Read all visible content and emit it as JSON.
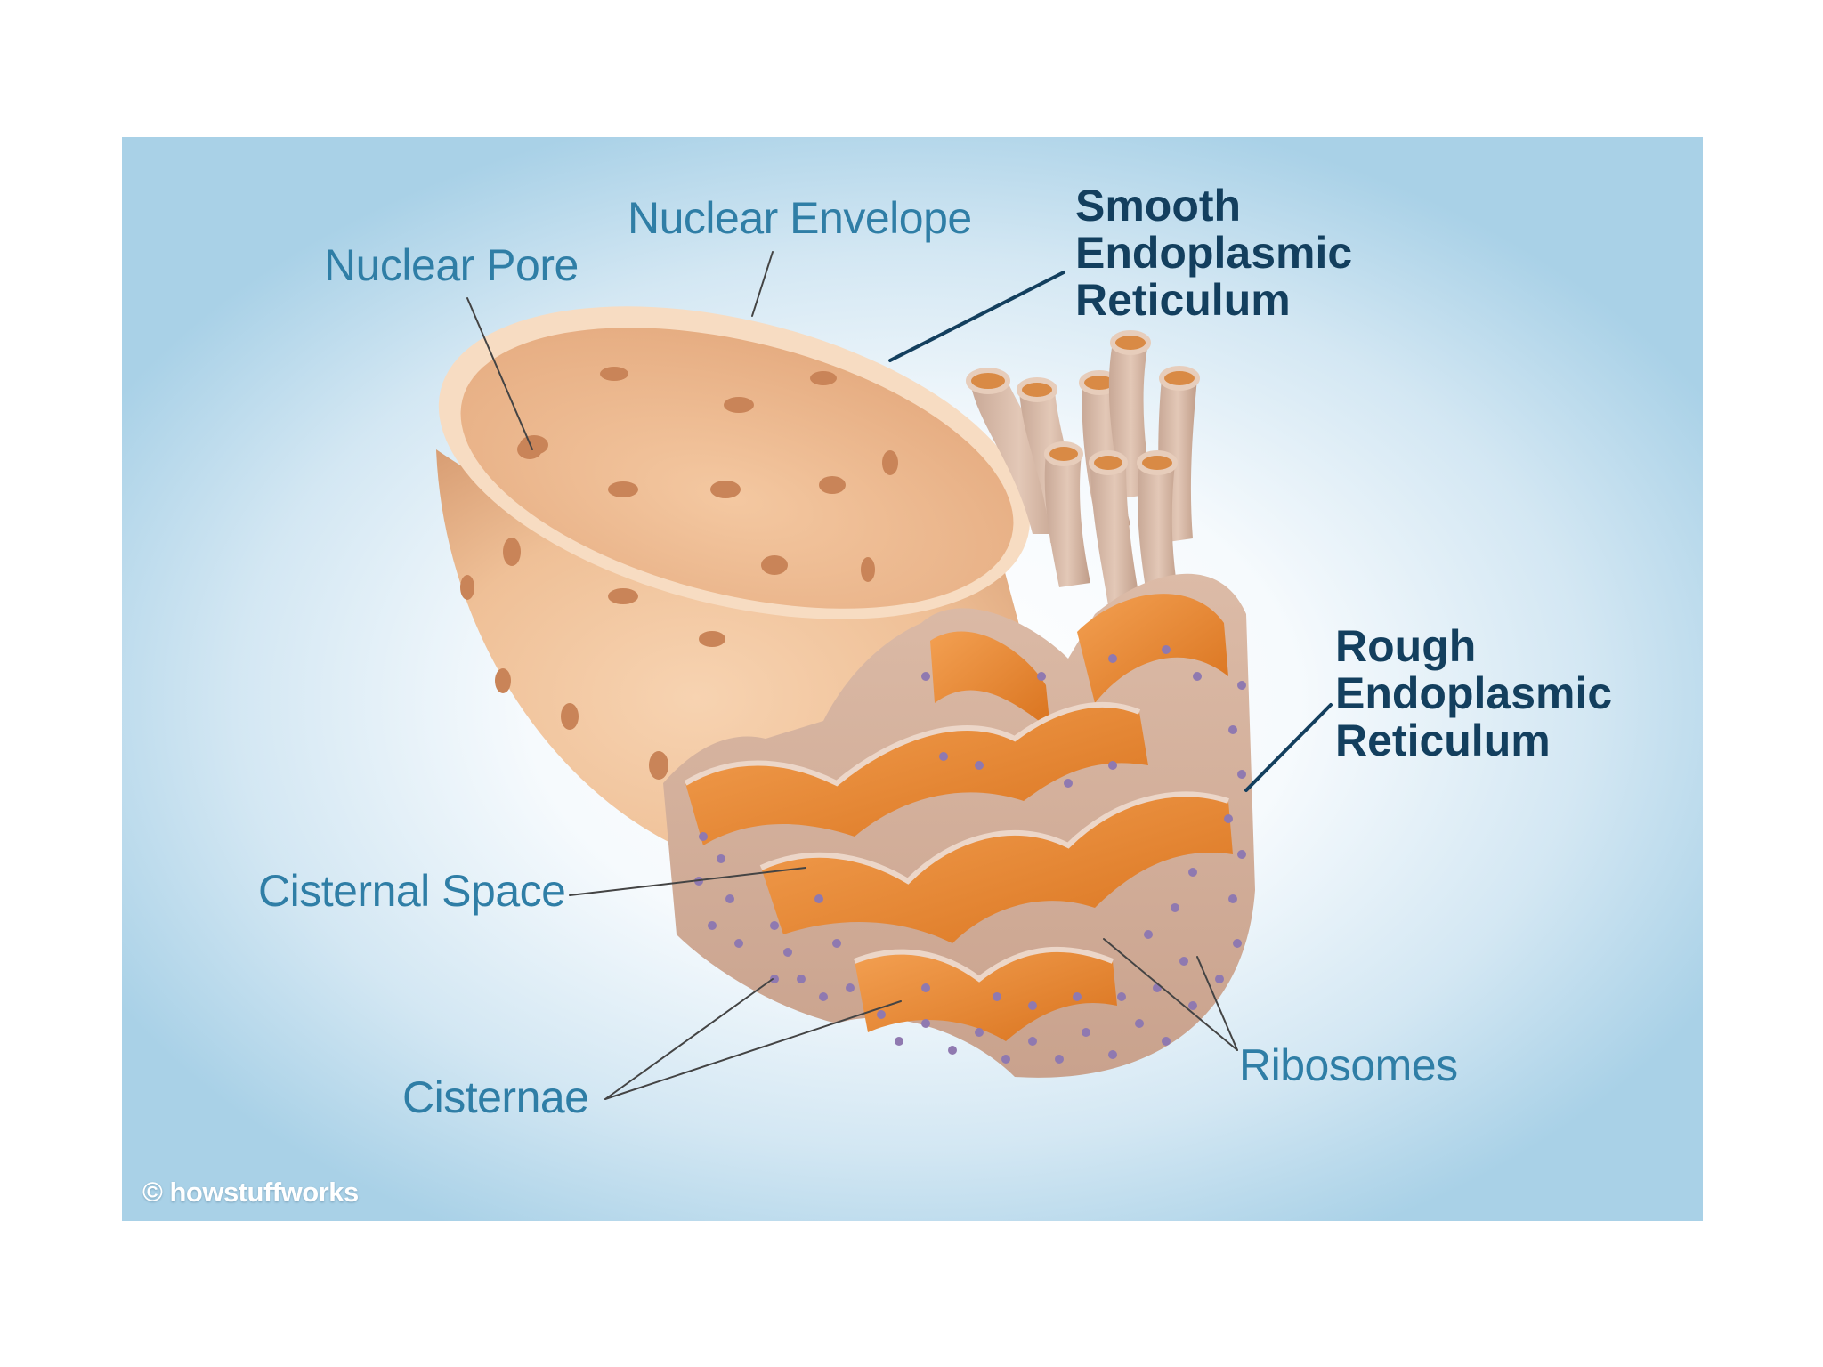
{
  "labels": {
    "nuclear_envelope": "Nuclear Envelope",
    "nuclear_pore": "Nuclear Pore",
    "smooth_er": [
      "Smooth",
      "Endoplasmic",
      "Reticulum"
    ],
    "rough_er": [
      "Rough",
      "Endoplasmic",
      "Reticulum"
    ],
    "cisternal_space": "Cisternal Space",
    "cisternae": "Cisternae",
    "ribosomes": "Ribosomes"
  },
  "credit": "© howstuffworks",
  "colors": {
    "label_light": "#2f7ea6",
    "label_dark": "#133f5e",
    "nucleus": "#f2c49d",
    "er_membrane": "#d7b3a0",
    "er_lumen": "#e8892d",
    "ribosome": "#8f79b0",
    "background_edge": "#a9d1e7"
  }
}
